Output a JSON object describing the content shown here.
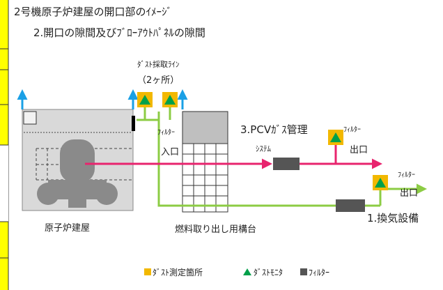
{
  "title": "2号機原子炉建屋の開口部のｲﾒｰｼﾞ",
  "subtitle": "2.開口の隙間及びﾌﾞﾛｰｱｳﾄﾊﾟﾈﾙの隙間",
  "labels": {
    "dust_line": "ﾀﾞｽﾄ採取ﾗｲﾝ",
    "dust_line_count": "（2ヶ所）",
    "filter_inlet_a": "ﾌｨﾙﾀｰ",
    "filter_inlet_b": "入口",
    "pcv_gas": "3.PCVｶﾞｽ管理",
    "system": "ｼｽﾃﾑ",
    "filter_outlet_1a": "ﾌｨﾙﾀｰ",
    "filter_outlet_1b": "出口",
    "filter_outlet_2a": "ﾌｨﾙﾀｰ",
    "filter_outlet_2b": "出口",
    "ventilation": "1.換気設備",
    "reactor_building": "原子炉建屋",
    "fuel_platform": "燃料取り出し用構台"
  },
  "legend": {
    "dust_point": "ﾀﾞｽﾄ測定箇所",
    "dust_monitor": "ﾀﾞｽﾄﾓﾆﾀ",
    "filter": "ﾌｨﾙﾀｰ"
  },
  "colors": {
    "dust_point": "#f2b800",
    "dust_monitor": "#00a04a",
    "filter": "#555555",
    "pink_line": "#e8246e",
    "green_line": "#8ccc44",
    "blue_arrow": "#1aa0e6",
    "side_bar": "#ffff00"
  }
}
